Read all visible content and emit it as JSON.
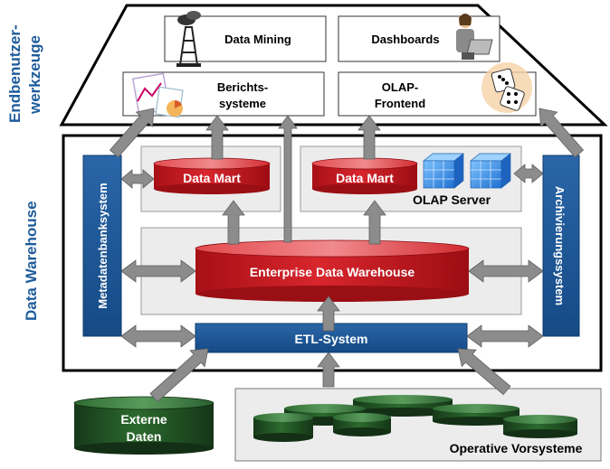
{
  "side_labels": {
    "enduser_line1": "Endbenutzer-",
    "enduser_line2": "werkzeuge",
    "data_warehouse": "Data Warehouse"
  },
  "tools": {
    "data_mining": "Data Mining",
    "dashboards": "Dashboards",
    "reporting_line1": "Berichts-",
    "reporting_line2": "systeme",
    "olap_line1": "OLAP-",
    "olap_line2": "Frontend"
  },
  "warehouse": {
    "data_mart_left": "Data Mart",
    "data_mart_right": "Data Mart",
    "olap_server": "OLAP Server",
    "enterprise_dw": "Enterprise Data Warehouse",
    "etl": "ETL-System",
    "metadata": "Metadatenbanksystem",
    "archive": "Archivierungssystem"
  },
  "sources": {
    "external_line1": "Externe",
    "external_line2": "Daten",
    "operative": "Operative  Vorsysteme"
  },
  "colors": {
    "blue_label": "#1f5d9c",
    "dark_blue_box": "#1a4f8b",
    "red_db": "#c8141c",
    "green_db": "#1f4d1f",
    "arrow_gray": "#8a8a8a",
    "panel_gray": "#ededed"
  },
  "icons": {
    "data_mining": "oil-rig-icon",
    "dashboards": "laptop-user-icon",
    "reporting": "chart-report-icon",
    "olap": "dice-icon",
    "olap_server": "cube-icon"
  }
}
